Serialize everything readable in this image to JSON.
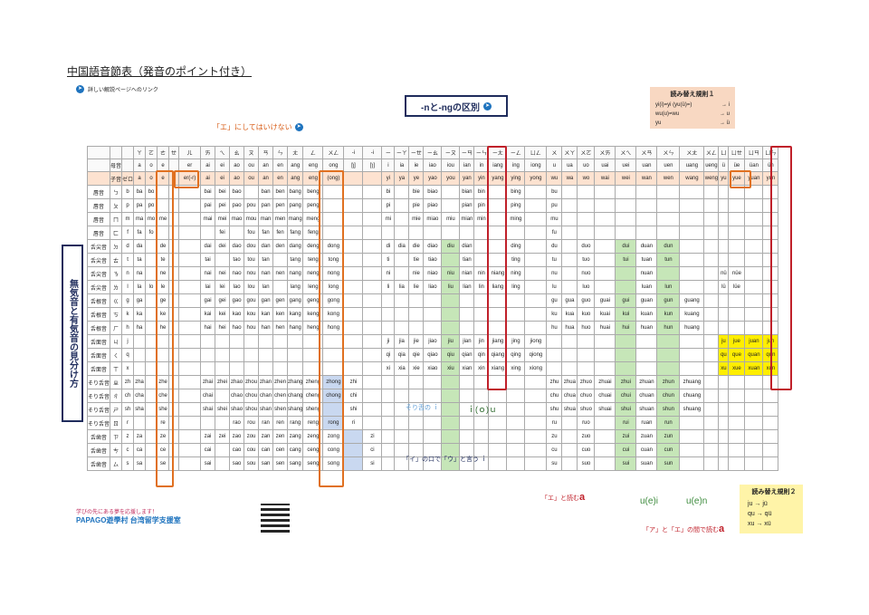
{
  "title": "中国語音節表（発音のポイント付き）",
  "link_label": "詳しい解説ページへのリンク",
  "ng_box": "-nと-ngの区別",
  "rule1": {
    "title": "読み替え規則１",
    "rows": [
      [
        "yi(i)=yi (yu(ü)=)",
        "→ i"
      ],
      [
        "wu(u)=wu",
        "→ u"
      ],
      [
        "yu",
        "→ ü"
      ]
    ]
  },
  "e_note": "「エ」にしてはいけない",
  "side_label": "無気音と有気音の見分け方",
  "header_bopomofo": [
    "",
    "",
    "ㄚ",
    "ㄛ",
    "ㄜ",
    "ㄝ",
    "ㄦ",
    "ㄞ",
    "ㄟ",
    "ㄠ",
    "ㄡ",
    "ㄢ",
    "ㄣ",
    "ㄤ",
    "ㄥ",
    "ㄨㄥ",
    "-i",
    "-i",
    "ㄧ",
    "ㄧㄚ",
    "ㄧㄝ",
    "ㄧㄠ",
    "ㄧㄡ",
    "ㄧㄢ",
    "ㄧㄣ",
    "ㄧㄤ",
    "ㄧㄥ",
    "ㄩㄥ",
    "ㄨ",
    "ㄨㄚ",
    "ㄨㄛ",
    "ㄨㄞ",
    "ㄨㄟ",
    "ㄨㄢ",
    "ㄨㄣ",
    "ㄨㄤ",
    "ㄨㄥ",
    "ㄩ",
    "ㄩㄝ",
    "ㄩㄢ",
    "ㄩㄣ"
  ],
  "header_finals": [
    "母音",
    "",
    "a",
    "o",
    "e",
    "",
    "er",
    "ai",
    "ei",
    "ao",
    "ou",
    "an",
    "en",
    "ang",
    "eng",
    "ong",
    "[ʅ]",
    "[ɿ]",
    "i",
    "ia",
    "ie",
    "iao",
    "iou",
    "ian",
    "in",
    "iang",
    "ing",
    "iong",
    "u",
    "ua",
    "uo",
    "uai",
    "uei",
    "uan",
    "uen",
    "uang",
    "ueng",
    "ü",
    "üe",
    "üan",
    "ün"
  ],
  "zero_row": [
    "子音",
    "ゼロ",
    "a",
    "o",
    "e",
    "",
    "er(-r)",
    "ai",
    "ei",
    "ao",
    "ou",
    "an",
    "en",
    "ang",
    "eng",
    "(ong)",
    "",
    "",
    "yi",
    "ya",
    "ye",
    "yao",
    "you",
    "yan",
    "yin",
    "yang",
    "ying",
    "yong",
    "wu",
    "wa",
    "wo",
    "wai",
    "wei",
    "wan",
    "wen",
    "wang",
    "weng",
    "yu",
    "yue",
    "yuan",
    "yun"
  ],
  "rows": [
    [
      "唇音",
      "ㄅ",
      "b",
      "ba",
      "bo",
      "",
      "",
      "",
      "bai",
      "bei",
      "bao",
      "",
      "ban",
      "ben",
      "bang",
      "beng",
      "",
      "",
      "",
      "bi",
      "",
      "bie",
      "biao",
      "",
      "bian",
      "bin",
      "",
      "bing",
      "",
      "bu",
      "",
      "",
      "",
      "",
      "",
      "",
      "",
      "",
      "",
      "",
      "",
      ""
    ],
    [
      "唇音",
      "ㄆ",
      "p",
      "pa",
      "po",
      "",
      "",
      "",
      "pai",
      "pei",
      "pao",
      "pou",
      "pan",
      "pen",
      "pang",
      "peng",
      "",
      "",
      "",
      "pi",
      "",
      "pie",
      "piao",
      "",
      "pian",
      "pin",
      "",
      "ping",
      "",
      "pu",
      "",
      "",
      "",
      "",
      "",
      "",
      "",
      "",
      "",
      "",
      "",
      ""
    ],
    [
      "唇音",
      "ㄇ",
      "m",
      "ma",
      "mo",
      "me",
      "",
      "",
      "mai",
      "mei",
      "mao",
      "mou",
      "man",
      "men",
      "mang",
      "meng",
      "",
      "",
      "",
      "mi",
      "",
      "mie",
      "miao",
      "miu",
      "mian",
      "min",
      "",
      "ming",
      "",
      "mu",
      "",
      "",
      "",
      "",
      "",
      "",
      "",
      "",
      "",
      "",
      "",
      ""
    ],
    [
      "唇音",
      "ㄈ",
      "f",
      "fa",
      "fo",
      "",
      "",
      "",
      "",
      "fei",
      "",
      "fou",
      "fan",
      "fen",
      "fang",
      "feng",
      "",
      "",
      "",
      "",
      "",
      "",
      "",
      "",
      "",
      "",
      "",
      "",
      "",
      "fu",
      "",
      "",
      "",
      "",
      "",
      "",
      "",
      "",
      "",
      "",
      "",
      ""
    ],
    [
      "舌尖音",
      "ㄉ",
      "d",
      "da",
      "",
      "de",
      "",
      "",
      "dai",
      "dei",
      "dao",
      "dou",
      "dan",
      "den",
      "dang",
      "deng",
      "dong",
      "",
      "",
      "di",
      "dia",
      "die",
      "diao",
      "diu",
      "dian",
      "",
      "",
      "ding",
      "",
      "du",
      "",
      "duo",
      "",
      "dui",
      "duan",
      "dun",
      "",
      "",
      "",
      "",
      "",
      ""
    ],
    [
      "舌尖音",
      "ㄊ",
      "t",
      "ta",
      "",
      "te",
      "",
      "",
      "tai",
      "",
      "tao",
      "tou",
      "tan",
      "",
      "tang",
      "teng",
      "tong",
      "",
      "",
      "ti",
      "",
      "tie",
      "tiao",
      "",
      "tian",
      "",
      "",
      "ting",
      "",
      "tu",
      "",
      "tuo",
      "",
      "tui",
      "tuan",
      "tun",
      "",
      "",
      "",
      "",
      "",
      ""
    ],
    [
      "舌尖音",
      "ㄋ",
      "n",
      "na",
      "",
      "ne",
      "",
      "",
      "nai",
      "nei",
      "nao",
      "nou",
      "nan",
      "nen",
      "nang",
      "neng",
      "nong",
      "",
      "",
      "ni",
      "",
      "nie",
      "niao",
      "niu",
      "nian",
      "nin",
      "niang",
      "ning",
      "",
      "nu",
      "",
      "nuo",
      "",
      "",
      "nuan",
      "",
      "",
      "",
      "nü",
      "nüe",
      "",
      ""
    ],
    [
      "舌尖音",
      "ㄌ",
      "l",
      "la",
      "lo",
      "le",
      "",
      "",
      "lai",
      "lei",
      "lao",
      "lou",
      "lan",
      "",
      "lang",
      "leng",
      "long",
      "",
      "",
      "li",
      "lia",
      "lie",
      "liao",
      "liu",
      "lian",
      "lin",
      "liang",
      "ling",
      "",
      "lu",
      "",
      "luo",
      "",
      "",
      "luan",
      "lun",
      "",
      "",
      "lü",
      "lüe",
      "",
      ""
    ],
    [
      "舌根音",
      "ㄍ",
      "g",
      "ga",
      "",
      "ge",
      "",
      "",
      "gai",
      "gei",
      "gao",
      "gou",
      "gan",
      "gen",
      "gang",
      "geng",
      "gong",
      "",
      "",
      "",
      "",
      "",
      "",
      "",
      "",
      "",
      "",
      "",
      "",
      "gu",
      "gua",
      "guo",
      "guai",
      "gui",
      "guan",
      "gun",
      "guang",
      "",
      "",
      "",
      "",
      ""
    ],
    [
      "舌根音",
      "ㄎ",
      "k",
      "ka",
      "",
      "ke",
      "",
      "",
      "kai",
      "kei",
      "kao",
      "kou",
      "kan",
      "ken",
      "kang",
      "keng",
      "kong",
      "",
      "",
      "",
      "",
      "",
      "",
      "",
      "",
      "",
      "",
      "",
      "",
      "ku",
      "kua",
      "kuo",
      "kuai",
      "kui",
      "kuan",
      "kun",
      "kuang",
      "",
      "",
      "",
      "",
      ""
    ],
    [
      "舌根音",
      "ㄏ",
      "h",
      "ha",
      "",
      "he",
      "",
      "",
      "hai",
      "hei",
      "hao",
      "hou",
      "han",
      "hen",
      "hang",
      "heng",
      "hong",
      "",
      "",
      "",
      "",
      "",
      "",
      "",
      "",
      "",
      "",
      "",
      "",
      "hu",
      "hua",
      "huo",
      "huai",
      "hui",
      "huan",
      "hun",
      "huang",
      "",
      "",
      "",
      "",
      ""
    ],
    [
      "舌面音",
      "ㄐ",
      "j",
      "",
      "",
      "",
      "",
      "",
      "",
      "",
      "",
      "",
      "",
      "",
      "",
      "",
      "",
      "",
      "",
      "ji",
      "jia",
      "jie",
      "jiao",
      "jiu",
      "jian",
      "jin",
      "jiang",
      "jing",
      "jiong",
      "",
      "",
      "",
      "",
      "",
      "",
      "",
      "",
      "",
      "ju",
      "jue",
      "juan",
      "jun"
    ],
    [
      "舌面音",
      "ㄑ",
      "q",
      "",
      "",
      "",
      "",
      "",
      "",
      "",
      "",
      "",
      "",
      "",
      "",
      "",
      "",
      "",
      "",
      "qi",
      "qia",
      "qie",
      "qiao",
      "qiu",
      "qian",
      "qin",
      "qiang",
      "qing",
      "qiong",
      "",
      "",
      "",
      "",
      "",
      "",
      "",
      "",
      "",
      "qu",
      "que",
      "quan",
      "qun"
    ],
    [
      "舌面音",
      "ㄒ",
      "x",
      "",
      "",
      "",
      "",
      "",
      "",
      "",
      "",
      "",
      "",
      "",
      "",
      "",
      "",
      "",
      "",
      "xi",
      "xia",
      "xie",
      "xiao",
      "xiu",
      "xian",
      "xin",
      "xiang",
      "xing",
      "xiong",
      "",
      "",
      "",
      "",
      "",
      "",
      "",
      "",
      "",
      "xu",
      "xue",
      "xuan",
      "xun"
    ],
    [
      "そり舌音",
      "ㄓ",
      "zh",
      "zha",
      "",
      "zhe",
      "",
      "",
      "zhai",
      "zhei",
      "zhao",
      "zhou",
      "zhan",
      "zhen",
      "zhang",
      "zheng",
      "zhong",
      "zhi",
      "",
      "",
      "",
      "",
      "",
      "",
      "",
      "",
      "",
      "",
      "",
      "zhu",
      "zhua",
      "zhuo",
      "zhuai",
      "zhui",
      "zhuan",
      "zhun",
      "zhuang",
      "",
      "",
      "",
      "",
      ""
    ],
    [
      "そり舌音",
      "ㄔ",
      "ch",
      "cha",
      "",
      "che",
      "",
      "",
      "chai",
      "",
      "chao",
      "chou",
      "chan",
      "chen",
      "chang",
      "cheng",
      "chong",
      "chi",
      "",
      "",
      "",
      "",
      "",
      "",
      "",
      "",
      "",
      "",
      "",
      "chu",
      "chua",
      "chuo",
      "chuai",
      "chui",
      "chuan",
      "chun",
      "chuang",
      "",
      "",
      "",
      "",
      ""
    ],
    [
      "そり舌音",
      "ㄕ",
      "sh",
      "sha",
      "",
      "she",
      "",
      "",
      "shai",
      "shei",
      "shao",
      "shou",
      "shan",
      "shen",
      "shang",
      "sheng",
      "",
      "shi",
      "",
      "",
      "",
      "",
      "",
      "",
      "",
      "",
      "",
      "",
      "",
      "shu",
      "shua",
      "shuo",
      "shuai",
      "shui",
      "shuan",
      "shun",
      "shuang",
      "",
      "",
      "",
      "",
      ""
    ],
    [
      "そり舌音",
      "ㄖ",
      "r",
      "",
      "",
      "re",
      "",
      "",
      "",
      "",
      "rao",
      "rou",
      "ran",
      "ren",
      "rang",
      "reng",
      "rong",
      "ri",
      "",
      "",
      "",
      "",
      "",
      "",
      "",
      "",
      "",
      "",
      "",
      "ru",
      "",
      "ruo",
      "",
      "rui",
      "ruan",
      "run",
      "",
      "",
      "",
      "",
      "",
      ""
    ],
    [
      "舌歯音",
      "ㄗ",
      "z",
      "za",
      "",
      "ze",
      "",
      "",
      "zai",
      "zei",
      "zao",
      "zou",
      "zan",
      "zen",
      "zang",
      "zeng",
      "zong",
      "",
      "zi",
      "",
      "",
      "",
      "",
      "",
      "",
      "",
      "",
      "",
      "",
      "zu",
      "",
      "zuo",
      "",
      "zui",
      "zuan",
      "zun",
      "",
      "",
      "",
      "",
      "",
      ""
    ],
    [
      "舌歯音",
      "ㄘ",
      "c",
      "ca",
      "",
      "ce",
      "",
      "",
      "cai",
      "",
      "cao",
      "cou",
      "can",
      "cen",
      "cang",
      "ceng",
      "cong",
      "",
      "ci",
      "",
      "",
      "",
      "",
      "",
      "",
      "",
      "",
      "",
      "",
      "cu",
      "",
      "cuo",
      "",
      "cui",
      "cuan",
      "cun",
      "",
      "",
      "",
      "",
      "",
      ""
    ],
    [
      "舌歯音",
      "ㄙ",
      "s",
      "sa",
      "",
      "se",
      "",
      "",
      "sai",
      "",
      "sao",
      "sou",
      "san",
      "sen",
      "sang",
      "seng",
      "song",
      "",
      "si",
      "",
      "",
      "",
      "",
      "",
      "",
      "",
      "",
      "",
      "",
      "su",
      "",
      "suo",
      "",
      "sui",
      "suan",
      "sun",
      "",
      "",
      "",
      "",
      "",
      ""
    ]
  ],
  "notes": {
    "retro": "そり舌の ｉ",
    "iou": "ｉ(ｏ)ｕ",
    "zici": "「イ」の口で「ウ」と言う ｉ",
    "ea": "「エ」と読む",
    "ea_char": "a",
    "uei": "u(e)i",
    "uen": "u(e)n",
    "ae": "「ア」と「エ」の間で読む",
    "ae_char": "a"
  },
  "rule2": {
    "title": "読み替え規則２",
    "rows": [
      "ju → jü",
      "qu → qü",
      "xu → xü"
    ]
  },
  "logo": {
    "tag": "学びの先にある夢を応援します！",
    "name": "PAPAGO遊學村 台湾留学支援室"
  }
}
